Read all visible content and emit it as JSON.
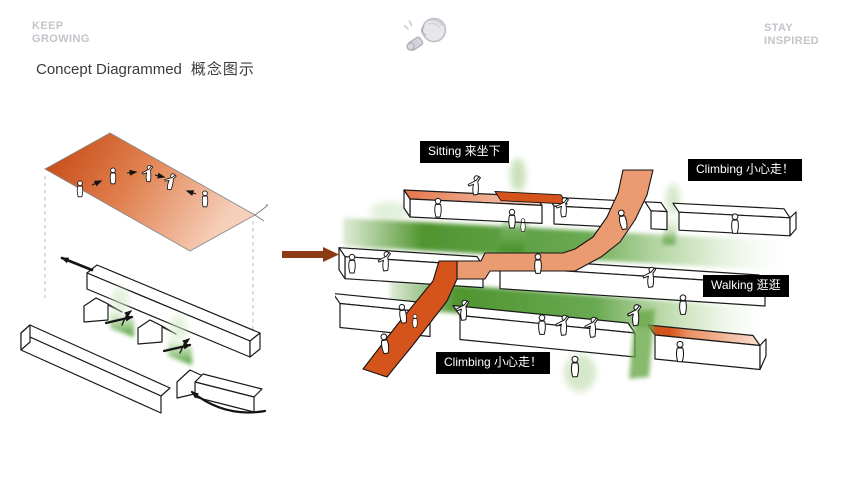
{
  "header": {
    "motto_left": {
      "line1": "KEEP",
      "line2": "GROWING"
    },
    "motto_right": {
      "line1": "STAY",
      "line2": "INSPIRED"
    },
    "logo_icon": "sketch-head-blowing-whistle"
  },
  "title": {
    "en": "Concept Diagrammed",
    "zh": "概念图示"
  },
  "diagram_labels": {
    "sitting": "Sitting 来坐下",
    "climbing_top": "Climbing 小心走！",
    "walking": "Walking 逛逛",
    "climbing_bottom": "Climbing 小心走！"
  },
  "colors": {
    "ribbon_orange_dark": "#d4541c",
    "ribbon_salmon": "#eb9b72",
    "plane_orange_deep": "#c3430f",
    "courtyard_green": "#3f8b1e",
    "transform_arrow_brown": "#8d3b12",
    "label_bg": "#000000",
    "label_text": "#ffffff",
    "motto_gray": "#c4c4ca",
    "title_gray": "#3b3b3b"
  }
}
